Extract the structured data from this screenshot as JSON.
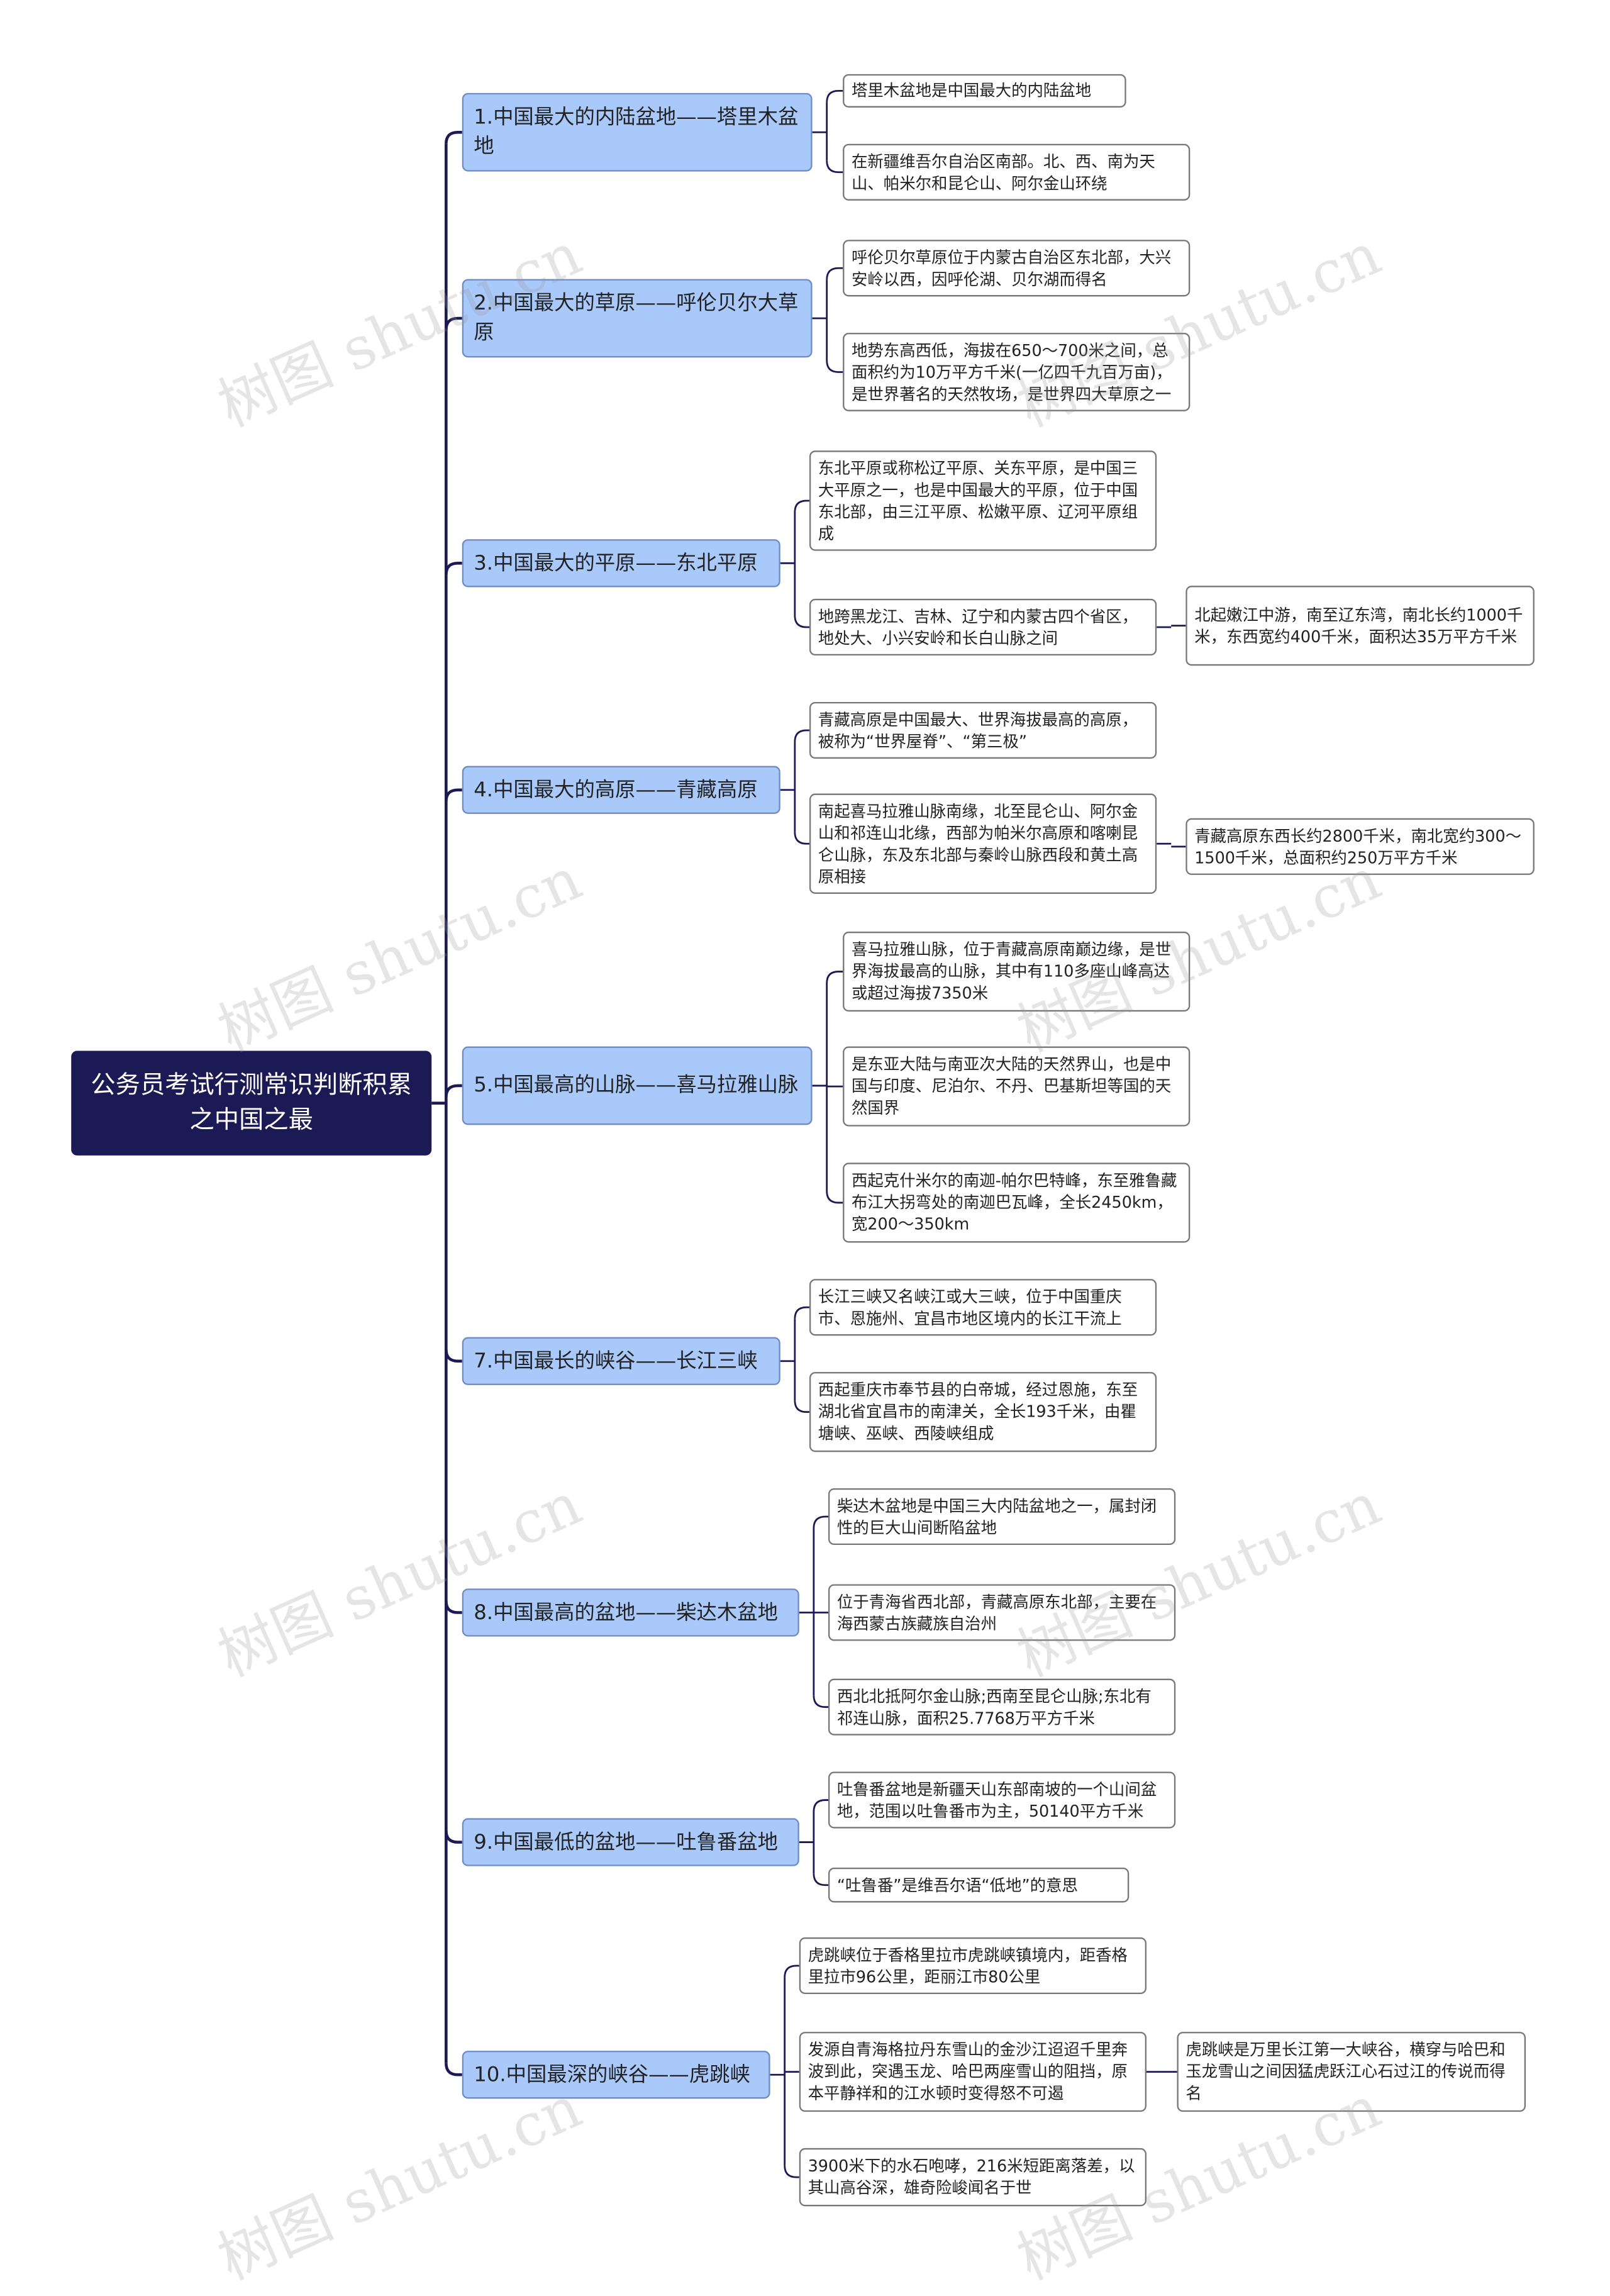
{
  "root": "公务员考试行测常识判断积累之中国之最",
  "branches": [
    {
      "label": "1.中国最大的内陆盆地——塔里木盆地",
      "leaves": [
        "塔里木盆地是中国最大的内陆盆地",
        "在新疆维吾尔自治区南部。北、西、南为天山、帕米尔和昆仑山、阿尔金山环绕"
      ]
    },
    {
      "label": "2.中国最大的草原——呼伦贝尔大草原",
      "leaves": [
        "呼伦贝尔草原位于内蒙古自治区东北部，大兴安岭以西，因呼伦湖、贝尔湖而得名",
        "地势东高西低，海拔在650～700米之间，总面积约为10万平方千米(一亿四千九百万亩)，是世界著名的天然牧场，是世界四大草原之一"
      ]
    },
    {
      "label": "3.中国最大的平原——东北平原",
      "leaves": [
        "东北平原或称松辽平原、关东平原，是中国三大平原之一，也是中国最大的平原，位于中国东北部，由三江平原、松嫩平原、辽河平原组成",
        "地跨黑龙江、吉林、辽宁和内蒙古四个省区，地处大、小兴安岭和长白山脉之间"
      ],
      "sub": "北起嫩江中游，南至辽东湾，南北长约1000千米，东西宽约400千米，面积达35万平方千米"
    },
    {
      "label": "4.中国最大的高原——青藏高原",
      "leaves": [
        "青藏高原是中国最大、世界海拔最高的高原，被称为“世界屋脊”、“第三极”",
        "南起喜马拉雅山脉南缘，北至昆仑山、阿尔金山和祁连山北缘，西部为帕米尔高原和喀喇昆仑山脉，东及东北部与秦岭山脉西段和黄土高原相接"
      ],
      "sub": "青藏高原东西长约2800千米，南北宽约300～1500千米，总面积约250万平方千米"
    },
    {
      "label": "5.中国最高的山脉——喜马拉雅山脉",
      "leaves": [
        "喜马拉雅山脉，位于青藏高原南巅边缘，是世界海拔最高的山脉，其中有110多座山峰高达或超过海拔7350米",
        "是东亚大陆与南亚次大陆的天然界山，也是中国与印度、尼泊尔、不丹、巴基斯坦等国的天然国界",
        "西起克什米尔的南迦-帕尔巴特峰，东至雅鲁藏布江大拐弯处的南迦巴瓦峰，全长2450km，宽200～350km"
      ]
    },
    {
      "label": "7.中国最长的峡谷——长江三峡",
      "leaves": [
        "长江三峡又名峡江或大三峡，位于中国重庆市、恩施州、宜昌市地区境内的长江干流上",
        "西起重庆市奉节县的白帝城，经过恩施，东至湖北省宜昌市的南津关，全长193千米，由瞿塘峡、巫峡、西陵峡组成"
      ]
    },
    {
      "label": "8.中国最高的盆地——柴达木盆地",
      "leaves": [
        "柴达木盆地是中国三大内陆盆地之一，属封闭性的巨大山间断陷盆地",
        "位于青海省西北部，青藏高原东北部，主要在海西蒙古族藏族自治州",
        "西北北抵阿尔金山脉;西南至昆仑山脉;东北有祁连山脉，面积25.7768万平方千米"
      ]
    },
    {
      "label": "9.中国最低的盆地——吐鲁番盆地",
      "leaves": [
        "吐鲁番盆地是新疆天山东部南坡的一个山间盆地，范围以吐鲁番市为主，50140平方千米",
        "“吐鲁番”是维吾尔语“低地”的意思"
      ]
    },
    {
      "label": "10.中国最深的峡谷——虎跳峡",
      "leaves": [
        "虎跳峡位于香格里拉市虎跳峡镇境内，距香格里拉市96公里，距丽江市80公里",
        "发源自青海格拉丹东雪山的金沙江迢迢千里奔波到此，突遇玉龙、哈巴两座雪山的阻挡，原本平静祥和的江水顿时变得怒不可遏",
        "3900米下的水石咆哮，216米短距离落差，以其山高谷深，雄奇险峻闻名于世"
      ],
      "sub": "虎跳峡是万里长江第一大峡谷，横穿与哈巴和玉龙雪山之间因猛虎跃江心石过江的传说而得名"
    }
  ],
  "watermark": "树图 shutu.cn"
}
